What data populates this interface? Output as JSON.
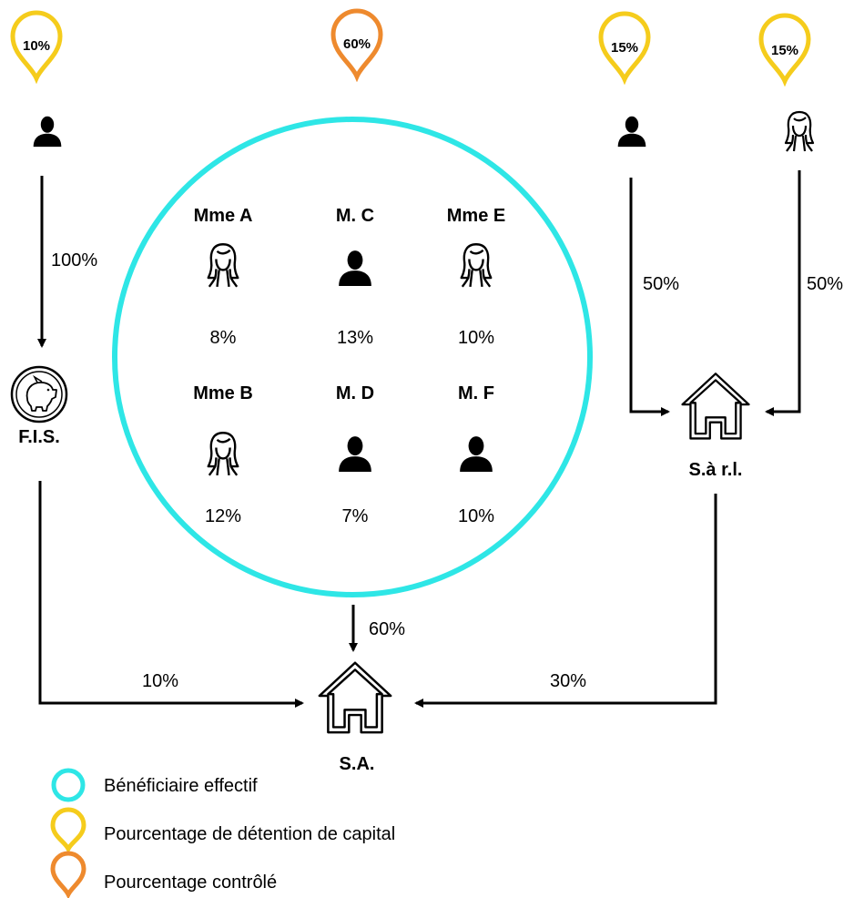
{
  "colors": {
    "beneficiary": "#2EE6E6",
    "capital": "#F5CC1C",
    "control": "#EE8A2E",
    "line": "#000000"
  },
  "top_markers": [
    {
      "label": "10%",
      "type": "capital",
      "icon": "man-icon"
    },
    {
      "label": "60%",
      "type": "control"
    },
    {
      "label": "15%",
      "type": "capital",
      "icon": "man-icon"
    },
    {
      "label": "15%",
      "type": "capital",
      "icon": "woman-icon"
    }
  ],
  "beneficiaries": [
    {
      "name": "Mme A",
      "icon": "woman-icon",
      "pct": "8%"
    },
    {
      "name": "M. C",
      "icon": "man-icon",
      "pct": "13%"
    },
    {
      "name": "Mme E",
      "icon": "woman-icon",
      "pct": "10%"
    },
    {
      "name": "Mme B",
      "icon": "woman-icon",
      "pct": "12%"
    },
    {
      "name": "M. D",
      "icon": "man-icon",
      "pct": "7%"
    },
    {
      "name": "M. F",
      "icon": "man-icon",
      "pct": "10%"
    }
  ],
  "entities": {
    "fis": "F.I.S.",
    "sarl": "S.à r.l.",
    "sa": "S.A."
  },
  "flows": {
    "person_to_fis": "100%",
    "man_to_sarl": "50%",
    "woman_to_sarl": "50%",
    "circle_to_sa": "60%",
    "fis_to_sa": "10%",
    "sarl_to_sa": "30%"
  },
  "legend": [
    {
      "type": "beneficiary",
      "label": "Bénéficiaire effectif"
    },
    {
      "type": "capital",
      "label": "Pourcentage de détention de capital"
    },
    {
      "type": "control",
      "label": "Pourcentage contrôlé"
    }
  ]
}
